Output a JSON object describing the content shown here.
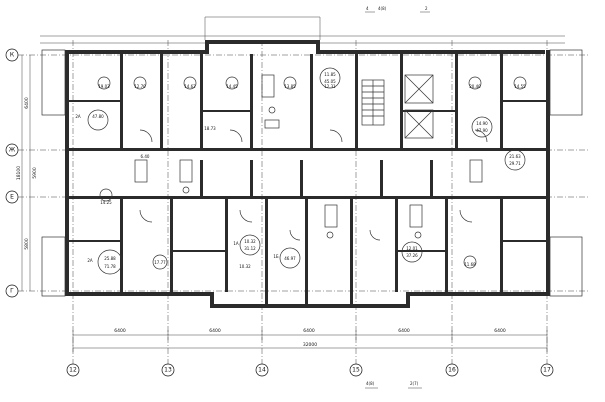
{
  "axes": {
    "vertical": [
      "12",
      "13",
      "14",
      "15",
      "16",
      "17"
    ],
    "horizontal": [
      "К",
      "Ж",
      "Е",
      "Г"
    ],
    "top_markers": [
      "4",
      "4(8)",
      "2"
    ],
    "bottom_markers": [
      "4(8)",
      "2(7)"
    ]
  },
  "dimensions": {
    "bays": [
      "6400",
      "6400",
      "6400",
      "6400",
      "6400"
    ],
    "overall": "32000",
    "left_spans": [
      "6400",
      "5800"
    ],
    "left_overall": "18100",
    "left_extra": "5900"
  },
  "rooms": [
    {
      "label": "2А",
      "area": "47.80"
    },
    {
      "label": "",
      "area": "19.03"
    },
    {
      "label": "",
      "area": "12.70"
    },
    {
      "label": "",
      "area": "14.62"
    },
    {
      "label": "",
      "area": "14.45"
    },
    {
      "label": "",
      "area": "13.85"
    },
    {
      "label": "",
      "area": "12.31"
    },
    {
      "label": "",
      "area": "11.85"
    },
    {
      "label": "",
      "area": "45.05"
    },
    {
      "label": "",
      "area": "20.40"
    },
    {
      "label": "",
      "area": "14.55"
    },
    {
      "label": "",
      "area": "14.90"
    },
    {
      "label": "",
      "area": "47.90"
    },
    {
      "label": "",
      "area": "18.73"
    },
    {
      "label": "",
      "area": "6.40"
    },
    {
      "label": "",
      "area": "21.63"
    },
    {
      "label": "",
      "area": "29.71"
    },
    {
      "label": "",
      "area": "14.25"
    },
    {
      "label": "2А",
      "area": "25.88"
    },
    {
      "label": "",
      "area": "71.78"
    },
    {
      "label": "",
      "area": "17.77"
    },
    {
      "label": "1А",
      "area": "10.32"
    },
    {
      "label": "",
      "area": "31.12"
    },
    {
      "label": "",
      "area": "10.32"
    },
    {
      "label": "1Б",
      "area": "46.97"
    },
    {
      "label": "",
      "area": "12.01"
    },
    {
      "label": "",
      "area": "37.26"
    },
    {
      "label": "",
      "area": "11.68"
    }
  ]
}
